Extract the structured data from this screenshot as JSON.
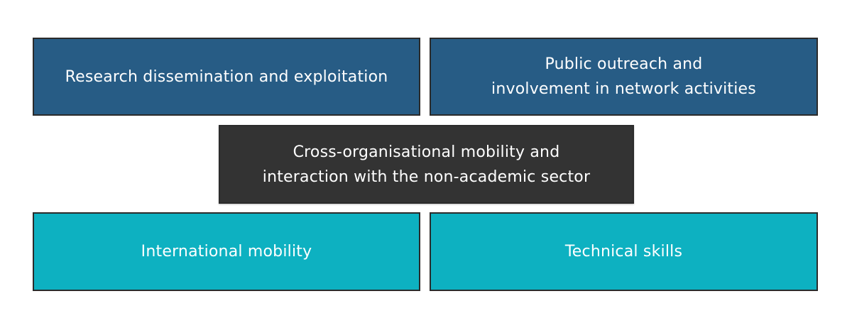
{
  "diagram": {
    "boxes": [
      {
        "id": "research",
        "label": "Research dissemination and exploitation",
        "color": "#275c85"
      },
      {
        "id": "outreach",
        "label": "Public outreach and\ninvolvement in network activities",
        "color": "#275c85"
      },
      {
        "id": "cross",
        "label": "Cross-organisational mobility and\ninteraction with the non-academic sector",
        "color": "#333333"
      },
      {
        "id": "intl",
        "label": "International mobility",
        "color": "#0db1c1"
      },
      {
        "id": "technical",
        "label": "Technical skills",
        "color": "#0db1c1"
      }
    ]
  }
}
